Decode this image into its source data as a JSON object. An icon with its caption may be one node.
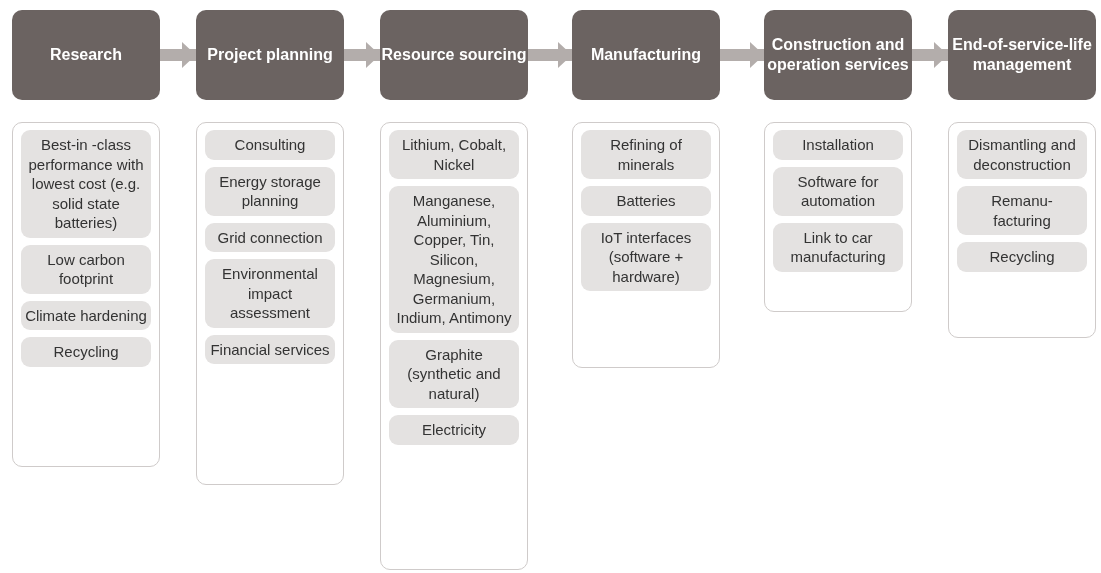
{
  "diagram": {
    "nodes": [
      {
        "text": [
          "Research"
        ]
      },
      {
        "text": [
          "Project planning"
        ]
      },
      {
        "text": [
          "Resource sourcing"
        ]
      },
      {
        "text": [
          "Manufacturing"
        ]
      },
      {
        "text": [
          "Construction and operation services"
        ]
      },
      {
        "text": [
          "End-of-service-life management"
        ]
      },
      {
        "text": [],
        "shape": "box"
      },
      {
        "text": [
          "Best-in -class performance with lowest cost (e.g. solid state batteries)"
        ],
        "in": 6
      },
      {
        "text": [
          "Low carbon footprint"
        ],
        "in": 6
      },
      {
        "text": [
          "Climate hardening"
        ],
        "in": 6
      },
      {
        "text": [
          "Recycling"
        ],
        "in": 6
      },
      {
        "text": [],
        "shape": "box"
      },
      {
        "text": [
          "Consulting"
        ],
        "in": 11
      },
      {
        "text": [
          "Energy storage planning"
        ],
        "in": 11
      },
      {
        "text": [
          "Grid connection"
        ],
        "in": 11
      },
      {
        "text": [
          "Environmental impact assessment"
        ],
        "in": 11
      },
      {
        "text": [
          "Financial services"
        ],
        "in": 11
      },
      {
        "text": [],
        "shape": "box"
      },
      {
        "text": [
          "Lithium, Cobalt, Nickel"
        ],
        "in": 17
      },
      {
        "text": [
          "Manganese, Aluminium, Copper, Tin, Silicon, Magnesium, Germanium, Indium, Antimony"
        ],
        "in": 17
      },
      {
        "text": [
          "Graphite (synthetic and natural)"
        ],
        "in": 17
      },
      {
        "text": [
          "Electricity"
        ],
        "in": 17
      },
      {
        "text": [],
        "shape": "box"
      },
      {
        "text": [
          "Refining of minerals"
        ],
        "in": 22
      },
      {
        "text": [
          "Batteries"
        ],
        "in": 22
      },
      {
        "text": [
          "IoT interfaces (software + hardware)"
        ],
        "in": 22
      },
      {
        "text": [],
        "shape": "box"
      },
      {
        "text": [
          "Installation"
        ],
        "in": 26
      },
      {
        "text": [
          "Software for automation"
        ],
        "in": 26
      },
      {
        "text": [
          "Link to car manufacturing"
        ],
        "in": 26
      },
      {
        "text": [],
        "shape": "box"
      },
      {
        "text": [
          "Dismantling and deconstruction"
        ],
        "in": 30
      },
      {
        "text": [
          "Remanu- facturing"
        ],
        "in": 30
      },
      {
        "text": [
          "Recycling"
        ],
        "in": 30
      }
    ],
    "edges": [
      {
        "from": 0,
        "to": 1,
        "arrow": "to"
      },
      {
        "from": 1,
        "to": 2,
        "arrow": "to"
      },
      {
        "from": 2,
        "to": 3,
        "arrow": "to"
      },
      {
        "from": 3,
        "to": 4,
        "arrow": "to"
      },
      {
        "from": 4,
        "to": 5,
        "arrow": "to"
      }
    ]
  }
}
